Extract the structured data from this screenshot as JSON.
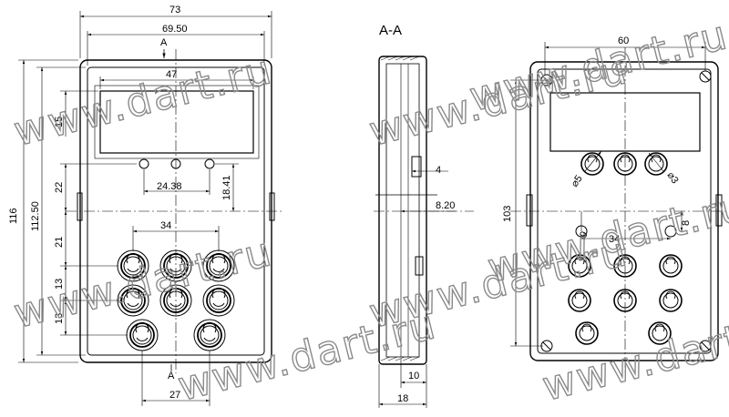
{
  "section_title": "A-A",
  "watermark_text": "www.dart.ru",
  "front_view": {
    "dims": {
      "overall_width": "73",
      "inner_width": "69.50",
      "overall_height": "116",
      "inner_height": "112.50",
      "row_offset_22": "22",
      "row_offset_21": "21",
      "row_offset_13a": "13",
      "row_offset_13b": "13",
      "led_spacing": "24.38",
      "led_offset": "18.41",
      "button_span": "34",
      "bottom_span": "27",
      "display_width": "47",
      "display_offset": "15"
    },
    "section_mark": "A"
  },
  "side_view": {
    "dims": {
      "step_depth": "4",
      "step_offset": "8.20",
      "inner_depth": "10",
      "overall_depth": "18"
    }
  },
  "back_view": {
    "dims": {
      "width": "60",
      "height": "103",
      "hole_dia_large": "⌀5",
      "hole_dia_small": "⌀3",
      "button_pitch": "34",
      "row_offset": "8",
      "col_offset": "9"
    }
  }
}
